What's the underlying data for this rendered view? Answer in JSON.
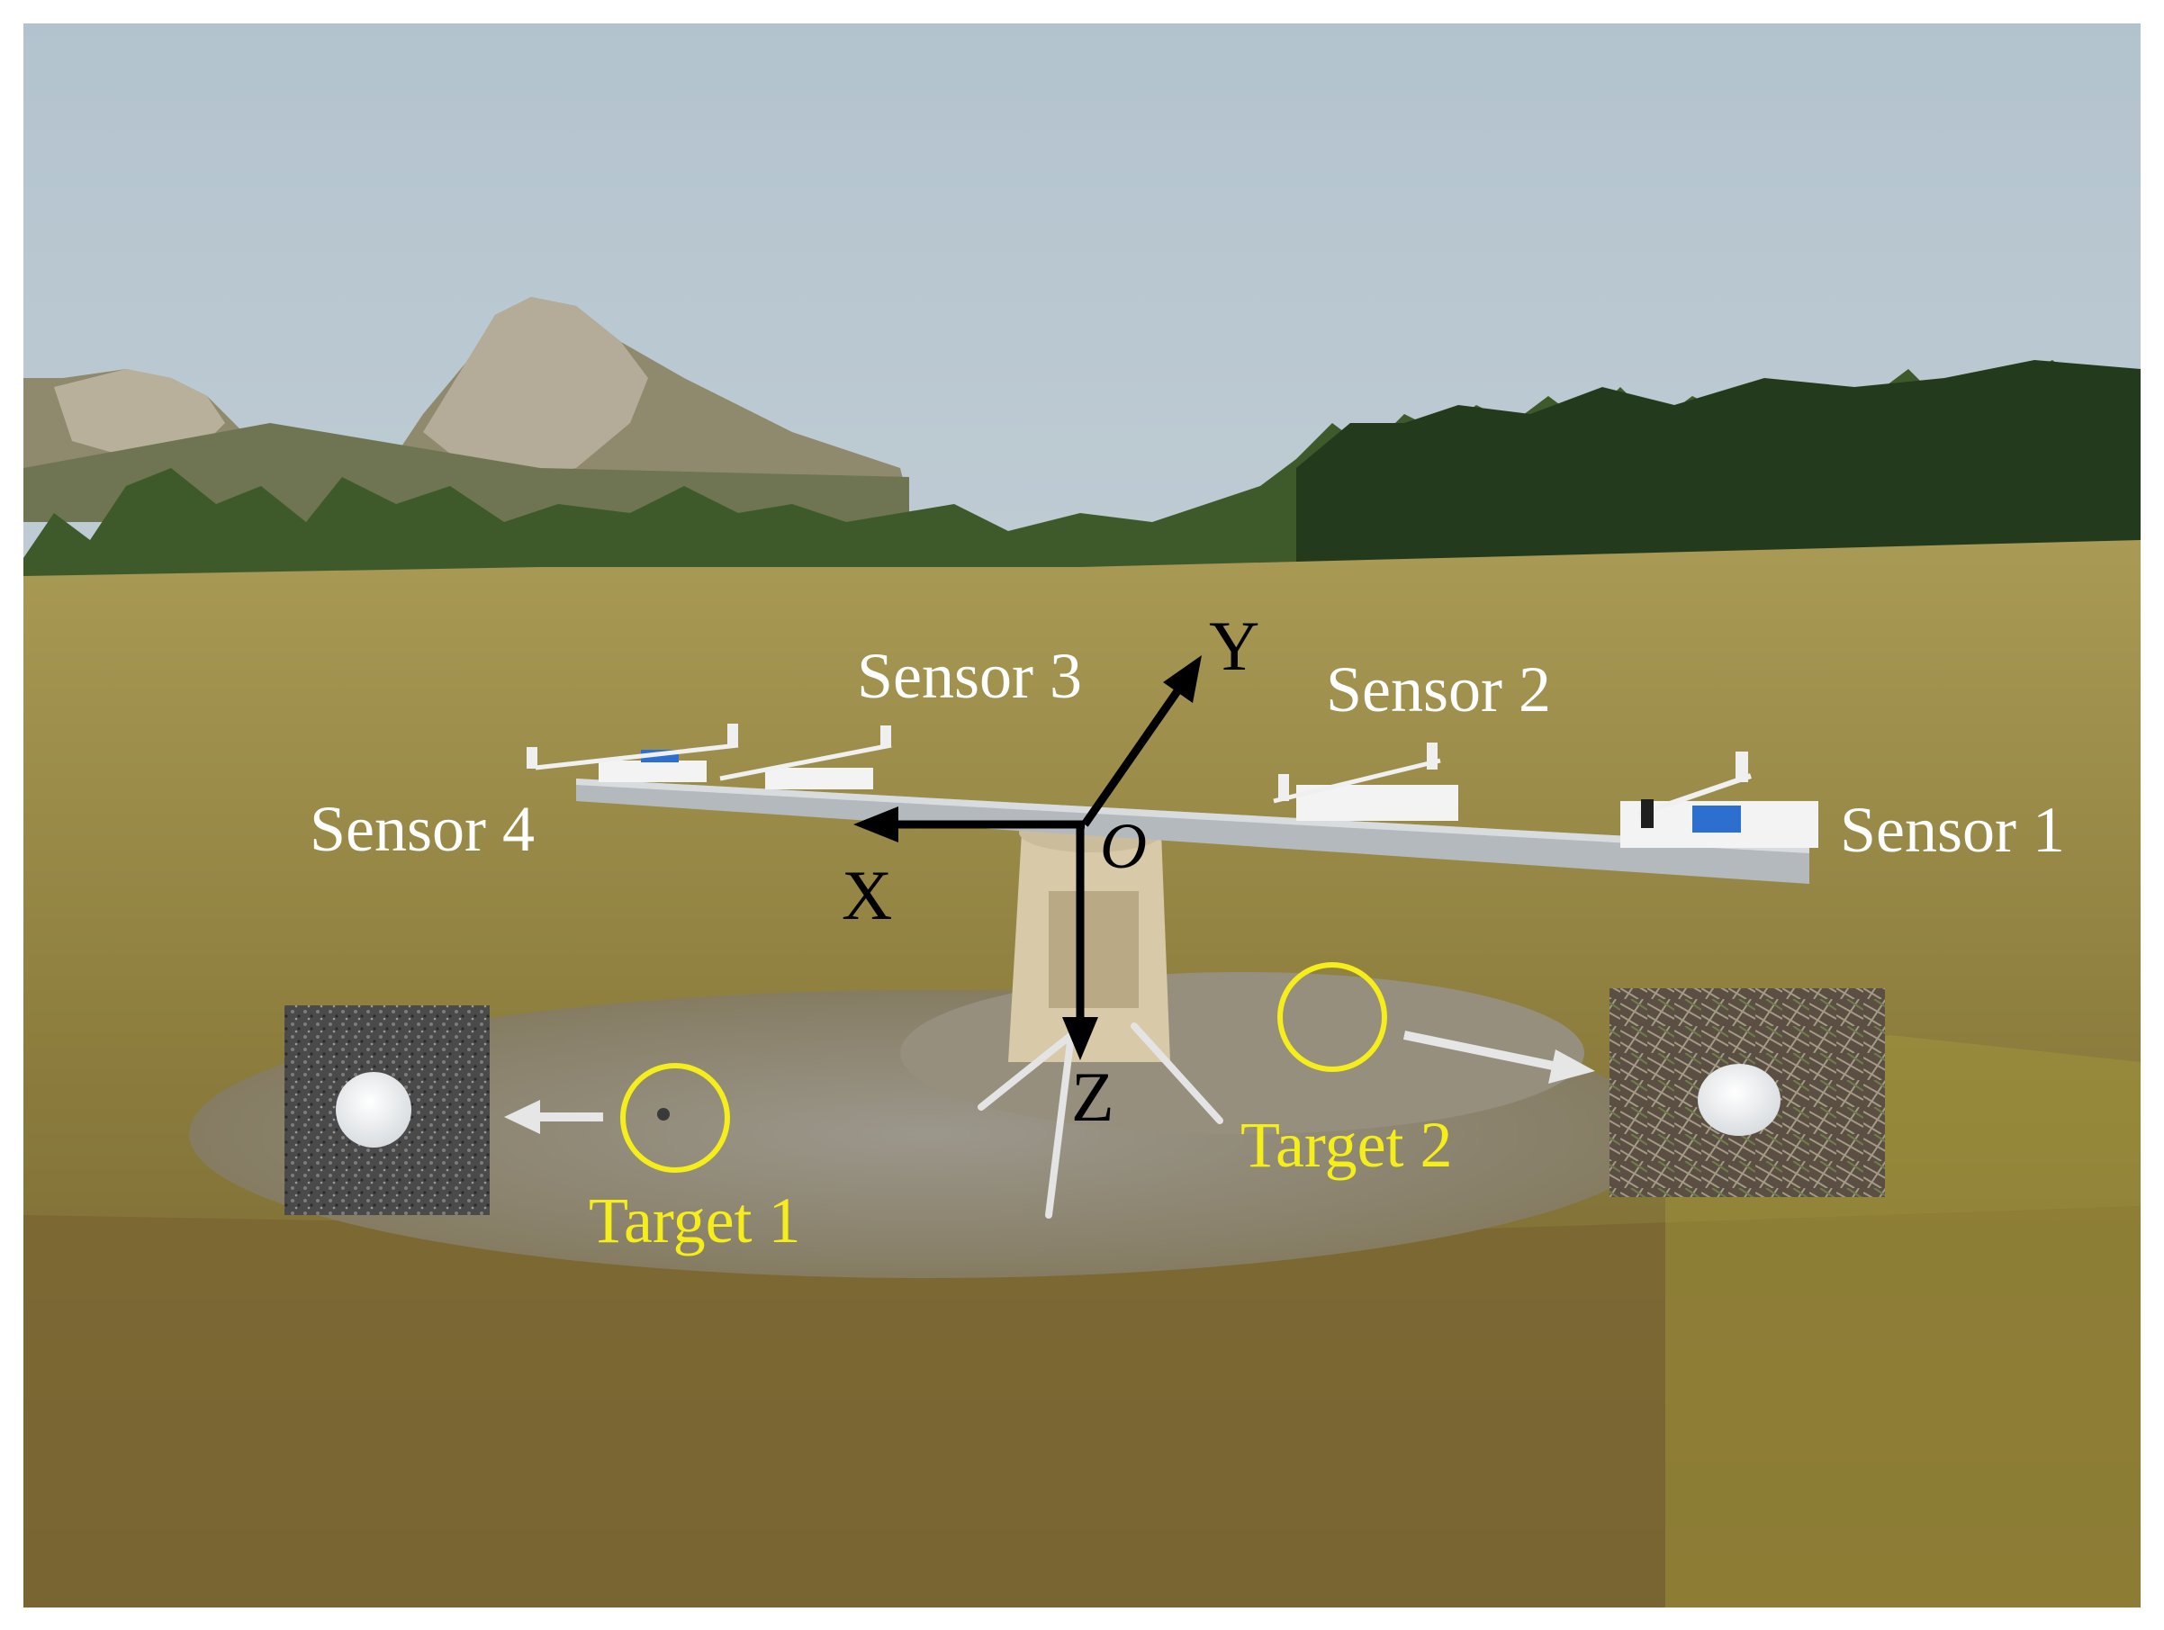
{
  "labels": {
    "sensor_1": "Sensor 1",
    "sensor_2": "Sensor 2",
    "sensor_3": "Sensor 3",
    "sensor_4": "Sensor 4",
    "axis_x": "X",
    "axis_y": "Y",
    "axis_z": "Z",
    "origin": "O",
    "target_1": "Target 1",
    "target_2": "Target 2"
  },
  "colors": {
    "sensor_label": "#ffffff",
    "target_label": "#f5ee1a",
    "target_circle": "#f5ee1a",
    "axis": "#000000",
    "pointer_arrow": "#e6e6e6",
    "sky": "#bcc9d2",
    "grass": "#9c8a48",
    "gravel": "#8f8a80"
  }
}
